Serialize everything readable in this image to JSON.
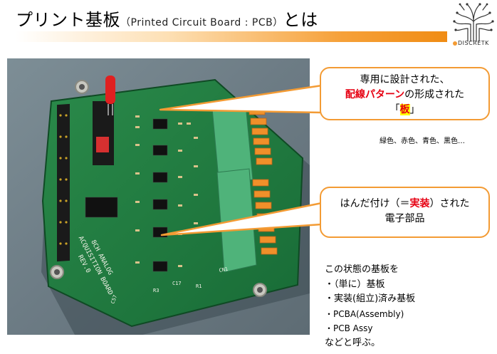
{
  "title": {
    "main": "プリント基板",
    "sub": "（Printed Circuit Board : PCB）",
    "suffix": "とは"
  },
  "logo": {
    "text": "DISCRETK",
    "icon": "circuit-board-tree-logo"
  },
  "photo": {
    "alt": "Circuit board photo",
    "silkscreen": [
      "8CH ANALOG",
      "ACQUISITION BOARD",
      "REV.0",
      "CN1",
      "C17",
      "C57",
      "R1",
      "R3"
    ]
  },
  "callout1": {
    "line1": "専用に設計された、",
    "line2_red": "配線パターン",
    "line2_rest": "の形成された",
    "line3_open": "「",
    "line3_highlight": "板",
    "line3_close": "」"
  },
  "colors_note": "緑色、赤色、青色、黒色…",
  "callout2": {
    "line1_a": "はんだ付け（＝",
    "line1_red": "実装",
    "line1_b": "）された",
    "line2": "電子部品"
  },
  "notes": {
    "heading": "この状態の基板を",
    "items": [
      "・（単に）基板",
      "・実装(組立)済み基板",
      "・PCBA(Assembly)",
      "・PCB Assy"
    ],
    "footer": "などと呼ぶ。"
  },
  "colors": {
    "accent": "#f39b34",
    "highlight_red": "#e60012",
    "highlight_yellow": "#ffff00",
    "pcb_green": "#1f7a3e"
  }
}
